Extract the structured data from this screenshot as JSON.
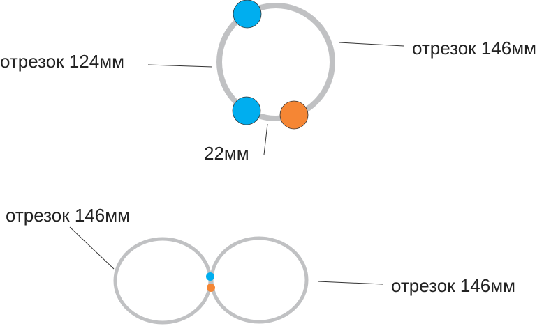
{
  "labels": {
    "top_left": "отрезок 124мм",
    "top_right": "отрезок 146мм",
    "gap": "22мм",
    "bottom_left": "отрезок 146мм",
    "bottom_right": "отрезок 146мм"
  },
  "colors": {
    "ring": "#c0c1c3",
    "blue": "#00aeef",
    "orange": "#f58634",
    "leader": "#333333"
  }
}
